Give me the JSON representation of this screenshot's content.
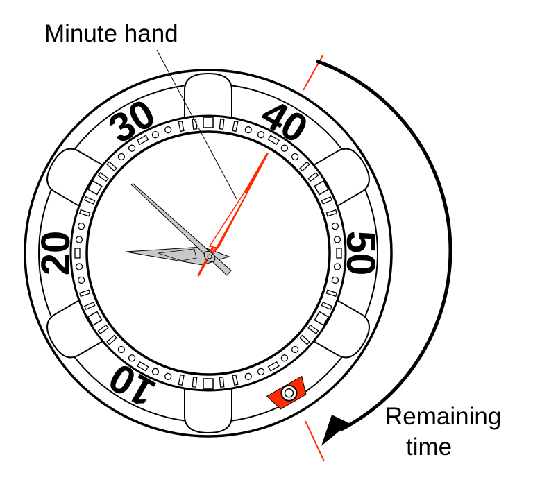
{
  "labels": {
    "minute_hand": "Minute hand",
    "remaining_line1": "Remaining",
    "remaining_line2": "time"
  },
  "bezel_numbers": [
    "10",
    "20",
    "30",
    "40",
    "50"
  ],
  "colors": {
    "accent": "#ff2a00",
    "accent_fill": "#ff9c9c",
    "hand_gray": "#c8c8c8",
    "line": "#000000"
  }
}
